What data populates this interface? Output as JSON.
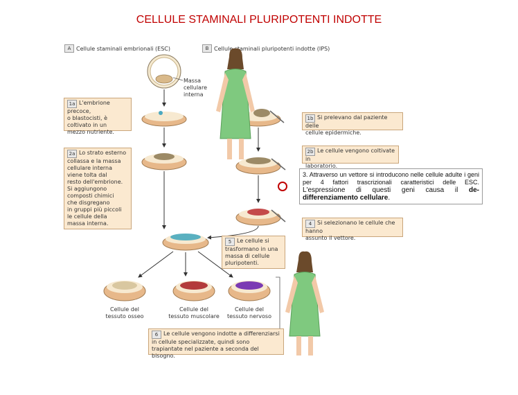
{
  "title": "CELLULE STAMINALI PLURIPOTENTI INDOTTE",
  "section_a": {
    "badge": "A",
    "label": "Cellule staminali embrionali (ESC)"
  },
  "section_b": {
    "badge": "B",
    "label": "Cellule staminali pluripotenti indotte (IPS)"
  },
  "mass_label": [
    "Massa",
    "cellulare",
    "interna"
  ],
  "step_1a": {
    "badge": "1a",
    "lines": [
      "L'embrione precoce,",
      "o blastocisti, è",
      "coltivato in un",
      "mezzo nutriente."
    ]
  },
  "step_2a": {
    "badge": "2a",
    "lines": [
      "Lo strato esterno",
      "collassa e la massa",
      "cellulare interna",
      "viene tolta dal",
      "resto dell'embrione.",
      "Si aggiungono",
      "composti chimici",
      "che disgregano",
      "in gruppi più piccoli",
      "le cellule della",
      "massa interna."
    ]
  },
  "step_1b": {
    "badge": "1b",
    "lines": [
      "Si prelevano dal paziente delle",
      "cellule epidermiche."
    ]
  },
  "step_2b": {
    "badge": "2b",
    "lines": [
      "Le cellule vengono coltivate in",
      "laboratorio."
    ]
  },
  "step_4": {
    "badge": "4",
    "lines": [
      "Si selezionano le cellule che hanno",
      "assunto il vettore."
    ]
  },
  "step_5": {
    "badge": "5",
    "lines": [
      "Le cellule si",
      "trasformano in una",
      "massa di cellule",
      "pluripotenti."
    ]
  },
  "step_6": {
    "badge": "6",
    "lines": [
      "Le cellule vengono indotte a differenziarsi",
      "in cellule specializzate, quindi sono",
      "trapiantate nel paziente a seconda del bisogno."
    ]
  },
  "dish_labels": [
    [
      "Cellule del",
      "tessuto osseo"
    ],
    [
      "Cellule del",
      "tessuto muscolare"
    ],
    [
      "Cellule del",
      "tessuto nervoso"
    ]
  ],
  "callout": {
    "part1": "3. Attraverso un vettore si introducono nelle cellule adulte i geni per 4 fattori trascrizionali caratteristici delle ESC.",
    "part2": " L'espressione di questi geni causa il ",
    "part3": "de-differenziamento cellulare",
    "part4": "."
  },
  "colors": {
    "title": "#c00000",
    "box_fill": "#fbe9d0",
    "box_border": "#c9a57a",
    "dish_rim": "#e7b88a",
    "gown": "#7fc97f",
    "pointer": "#c00000",
    "bone_cells": "#d9c7a0",
    "muscle_cells": "#b33b3b",
    "nerve_cells": "#7b3bb3",
    "pluripotent_cells": "#5ab0c0"
  }
}
